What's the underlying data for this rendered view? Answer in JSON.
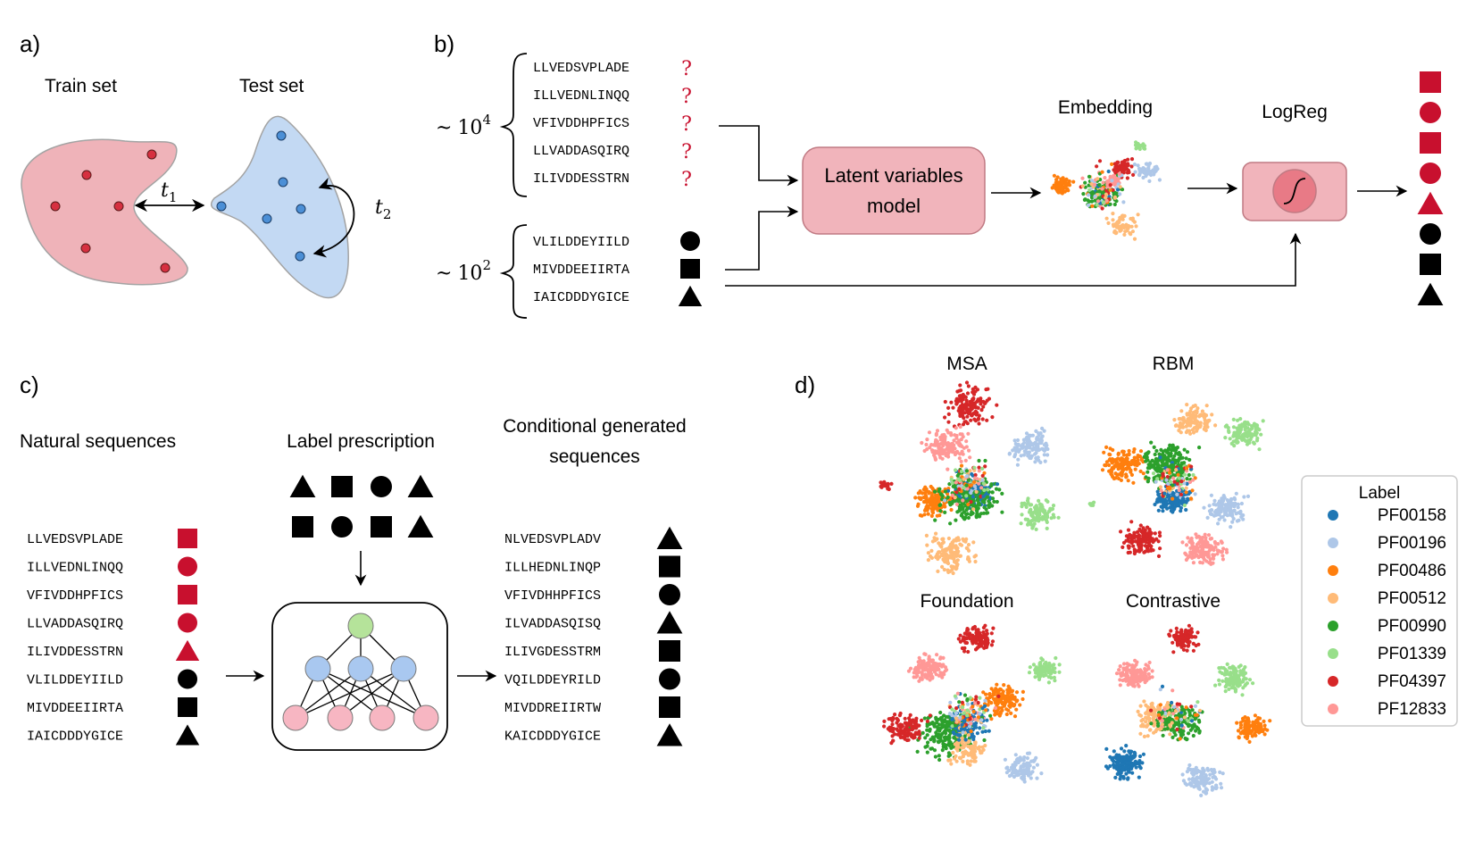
{
  "panels": {
    "a": {
      "label": "a)",
      "train_title": "Train set",
      "test_title": "Test set",
      "t1_main": "t",
      "t1_sub": "1",
      "t2_main": "t",
      "t2_sub": "2"
    },
    "b": {
      "label": "b)",
      "unlabeled_count": "10",
      "unlabeled_exp": "4",
      "labeled_count": "10",
      "labeled_exp": "2",
      "tilde": "~",
      "unlabeled_sequences": [
        "LLVEDSVPLADE",
        "ILLVEDNLINQQ",
        "VFIVDDHPFICS",
        "LLVADDASQIRQ",
        "ILIVDDESSTRN"
      ],
      "unknown_mark": "?",
      "labeled_sequences": [
        {
          "seq": "VLILDDEYIILD",
          "shape": "circle"
        },
        {
          "seq": "MIVDDEEIIRTA",
          "shape": "square"
        },
        {
          "seq": "IAICDDDYGICE",
          "shape": "triangle"
        }
      ],
      "model_line1": "Latent variables",
      "model_line2": "model",
      "embedding_title": "Embedding",
      "logreg_title": "LogReg",
      "predicted_shapes": [
        {
          "shape": "square",
          "color": "red"
        },
        {
          "shape": "circle",
          "color": "red"
        },
        {
          "shape": "square",
          "color": "red"
        },
        {
          "shape": "circle",
          "color": "red"
        },
        {
          "shape": "triangle",
          "color": "red"
        },
        {
          "shape": "circle",
          "color": "black"
        },
        {
          "shape": "square",
          "color": "black"
        },
        {
          "shape": "triangle",
          "color": "black"
        }
      ]
    },
    "c": {
      "label": "c)",
      "natural_title": "Natural sequences",
      "prescription_title": "Label prescription",
      "generated_title_line1": "Conditional generated",
      "generated_title_line2": "sequences",
      "natural": [
        {
          "seq": "LLVEDSVPLADE",
          "shape": "square",
          "color": "red"
        },
        {
          "seq": "ILLVEDNLINQQ",
          "shape": "circle",
          "color": "red"
        },
        {
          "seq": "VFIVDDHPFICS",
          "shape": "square",
          "color": "red"
        },
        {
          "seq": "LLVADDASQIRQ",
          "shape": "circle",
          "color": "red"
        },
        {
          "seq": "ILIVDDESSTRN",
          "shape": "triangle",
          "color": "red"
        },
        {
          "seq": "VLILDDEYIILD",
          "shape": "circle",
          "color": "black"
        },
        {
          "seq": "MIVDDEEIIRTA",
          "shape": "square",
          "color": "black"
        },
        {
          "seq": "IAICDDDYGICE",
          "shape": "triangle",
          "color": "black"
        }
      ],
      "prescription_rows": [
        [
          "triangle",
          "square",
          "circle",
          "triangle"
        ],
        [
          "square",
          "circle",
          "square",
          "triangle"
        ]
      ],
      "generated": [
        {
          "seq": "NLVEDSVPLADV",
          "shape": "triangle"
        },
        {
          "seq": "ILLHEDNLINQP",
          "shape": "square"
        },
        {
          "seq": "VFIVDHHPFICS",
          "shape": "circle"
        },
        {
          "seq": "ILVADDASQISQ",
          "shape": "triangle"
        },
        {
          "seq": "ILIVGDESSTRM",
          "shape": "square"
        },
        {
          "seq": "VQILDDEYRILD",
          "shape": "circle"
        },
        {
          "seq": "MIVDDREIIRTW",
          "shape": "square"
        },
        {
          "seq": "KAICDDDYGICE",
          "shape": "triangle"
        }
      ]
    },
    "d": {
      "label": "d)",
      "subplots": [
        "MSA",
        "RBM",
        "Foundation",
        "Contrastive"
      ],
      "legend_title": "Label",
      "legend": [
        {
          "name": "PF00158",
          "color": "#1f77b4"
        },
        {
          "name": "PF00196",
          "color": "#aec7e8"
        },
        {
          "name": "PF00486",
          "color": "#ff7f0e"
        },
        {
          "name": "PF00512",
          "color": "#ffbb78"
        },
        {
          "name": "PF00990",
          "color": "#2ca02c"
        },
        {
          "name": "PF01339",
          "color": "#98df8a"
        },
        {
          "name": "PF04397",
          "color": "#d62728"
        },
        {
          "name": "PF12833",
          "color": "#ff9896"
        }
      ]
    }
  },
  "colors": {
    "red_mark": "#c8102e",
    "train_fill": "#efb3b9",
    "test_fill": "#c3d9f3",
    "model_fill": "#f1b4bb",
    "model_stroke": "#c07a83",
    "nn_top": "#b5e39a",
    "nn_mid": "#a9c8f0",
    "nn_bottom": "#f7b6c2"
  }
}
